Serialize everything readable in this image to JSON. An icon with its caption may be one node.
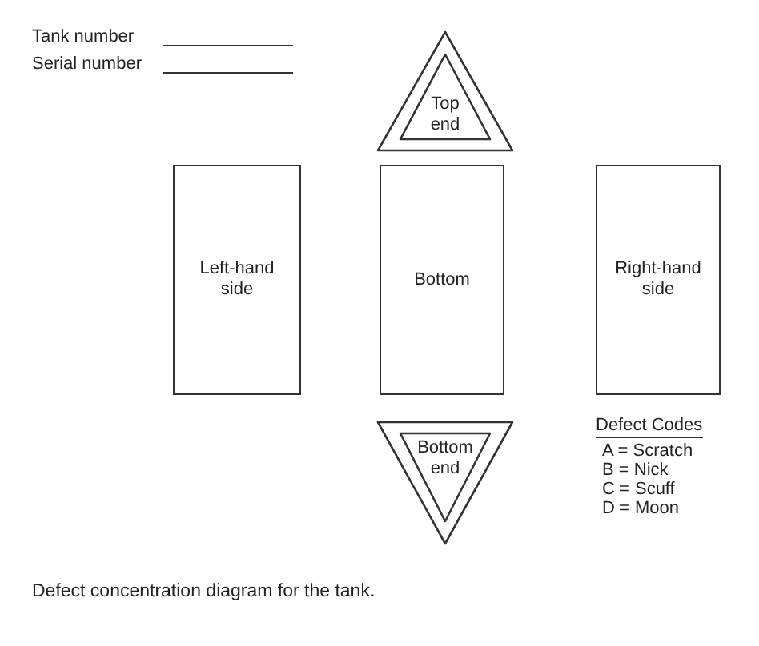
{
  "diagram": {
    "caption": "Defect concentration diagram for the tank.",
    "nodes": [
      {
        "text": [
          "Top end"
        ]
      },
      {
        "text": [
          "Left-hand side"
        ]
      },
      {
        "text": [
          "Bottom"
        ]
      },
      {
        "text": [
          "Right-hand side"
        ]
      },
      {
        "text": [
          "Bottom end"
        ]
      }
    ],
    "edges": [],
    "labels": [
      "Tank number",
      "Serial number",
      "Defect Codes",
      "A = Scratch",
      "B = Nick",
      "C = Scuff",
      "D = Moon"
    ]
  }
}
